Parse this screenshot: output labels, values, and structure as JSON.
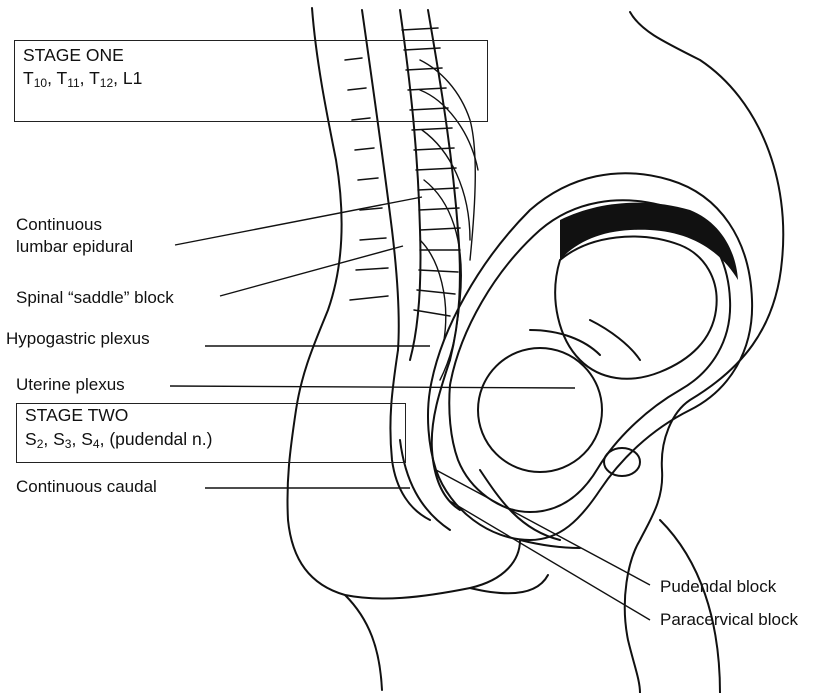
{
  "stage_one": {
    "title": "STAGE ONE",
    "roots": [
      {
        "letter": "T",
        "sub": "10",
        "sep": ", "
      },
      {
        "letter": "T",
        "sub": "11",
        "sep": ", "
      },
      {
        "letter": "T",
        "sub": "12",
        "sep": ", "
      },
      {
        "letter": "L1",
        "sub": "",
        "sep": ""
      }
    ]
  },
  "stage_two": {
    "title": "STAGE TWO",
    "roots": [
      {
        "letter": "S",
        "sub": "2",
        "sep": ", "
      },
      {
        "letter": "S",
        "sub": "3",
        "sep": ", "
      },
      {
        "letter": "S",
        "sub": "4",
        "sep": ", "
      },
      {
        "letter": "(pudendal n.)",
        "sub": "",
        "sep": ""
      }
    ]
  },
  "labels": {
    "continuous_lumbar_epidural_1": "Continuous",
    "continuous_lumbar_epidural_2": "lumbar epidural",
    "spinal_saddle_block": "Spinal “saddle” block",
    "hypogastric_plexus": "Hypogastric plexus",
    "uterine_plexus": "Uterine plexus",
    "continuous_caudal": "Continuous caudal",
    "pudendal_block": "Pudendal block",
    "paracervical_block": "Paracervical block"
  }
}
